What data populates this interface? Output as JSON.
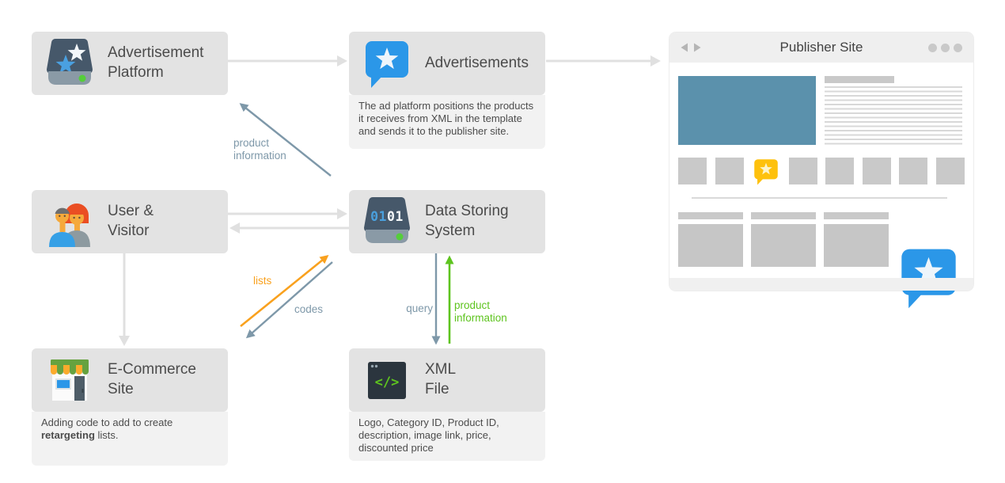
{
  "nodes": {
    "ad_platform": {
      "label": "Advertisement\nPlatform"
    },
    "advertisements": {
      "label": "Advertisements",
      "caption": "The ad platform positions the products it receives from XML in the template and sends it to the publisher site."
    },
    "user_visitor": {
      "label": "User &\nVisitor"
    },
    "data_storing": {
      "label": "Data Storing\nSystem",
      "icon_code_blue": "01",
      "icon_code_white": "01"
    },
    "ecommerce": {
      "label": "E-Commerce\nSite",
      "caption_prefix": "Adding code to add to create ",
      "caption_bold": "retargeting",
      "caption_suffix": " lists."
    },
    "xml_file": {
      "label": "XML\nFile",
      "icon_glyph": "</>",
      "caption": "Logo, Category ID, Product ID, description, image link, price, discounted price"
    }
  },
  "publisher_site": {
    "title": "Publisher Site"
  },
  "edge_labels": {
    "data_to_platform": "product information",
    "ecommerce_to_data": "lists",
    "data_to_ecommerce": "codes",
    "data_to_xml": "query",
    "xml_to_data": "product information"
  },
  "colors": {
    "box_gray": "#e3e3e3",
    "caption_gray": "#f2f2f2",
    "arrow_gray": "#e0e0e0",
    "blue_gray": "#7e98a9",
    "orange": "#f9a11e",
    "green": "#5ec41f",
    "blue": "#2b97e8",
    "hero_blue": "#5b91ac",
    "yellow": "#fec10d"
  }
}
